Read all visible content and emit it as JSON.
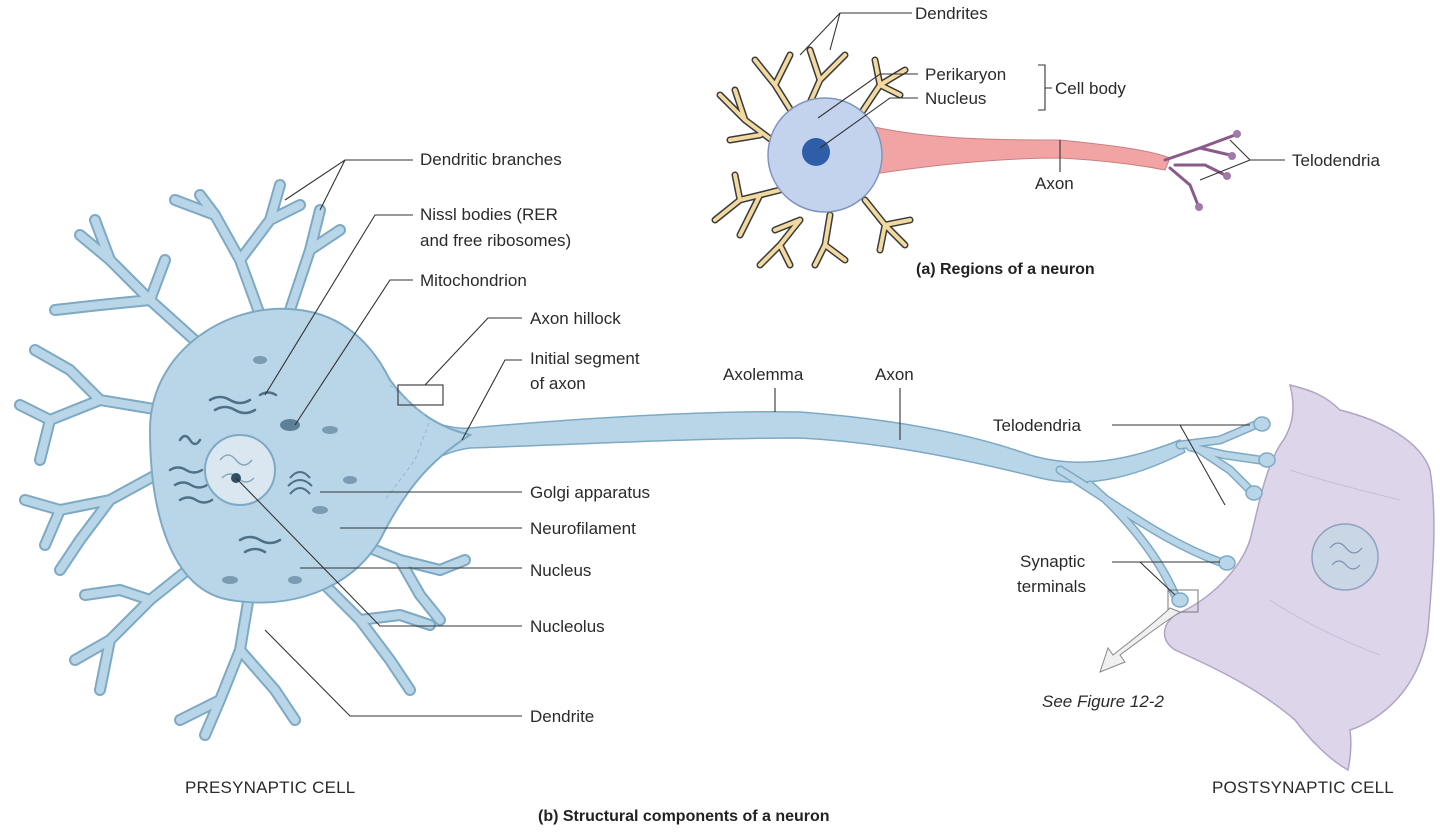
{
  "panel_a": {
    "caption": "(a) Regions of a neuron",
    "labels": {
      "dendrites": "Dendrites",
      "perikaryon": "Perikaryon",
      "nucleus": "Nucleus",
      "cell_body": "Cell body",
      "axon": "Axon",
      "telodendria": "Telodendria"
    }
  },
  "panel_b": {
    "caption": "(b) Structural components of a neuron",
    "labels": {
      "dendritic_branches": "Dendritic branches",
      "nissl_1": "Nissl bodies (RER",
      "nissl_2": "and free ribosomes)",
      "mitochondrion": "Mitochondrion",
      "axon_hillock": "Axon hillock",
      "initial_segment_1": "Initial segment",
      "initial_segment_2": "of axon",
      "axolemma": "Axolemma",
      "axon": "Axon",
      "telodendria": "Telodendria",
      "golgi": "Golgi apparatus",
      "neurofilament": "Neurofilament",
      "nucleus": "Nucleus",
      "nucleolus": "Nucleolus",
      "dendrite": "Dendrite",
      "synaptic_1": "Synaptic",
      "synaptic_2": "terminals",
      "see_figure": "See Figure 12-2",
      "presynaptic": "PRESYNAPTIC CELL",
      "postsynaptic": "POSTSYNAPTIC CELL"
    }
  },
  "colors": {
    "neuron_blue": "#b9d6e8",
    "neuron_outline": "#7ea9c4",
    "cell_body_a": "#c3d3ee",
    "dendrite_yellow": "#f1d9a0",
    "axon_pink": "#f2a4a4",
    "postsynaptic": "#ddd5ea"
  }
}
